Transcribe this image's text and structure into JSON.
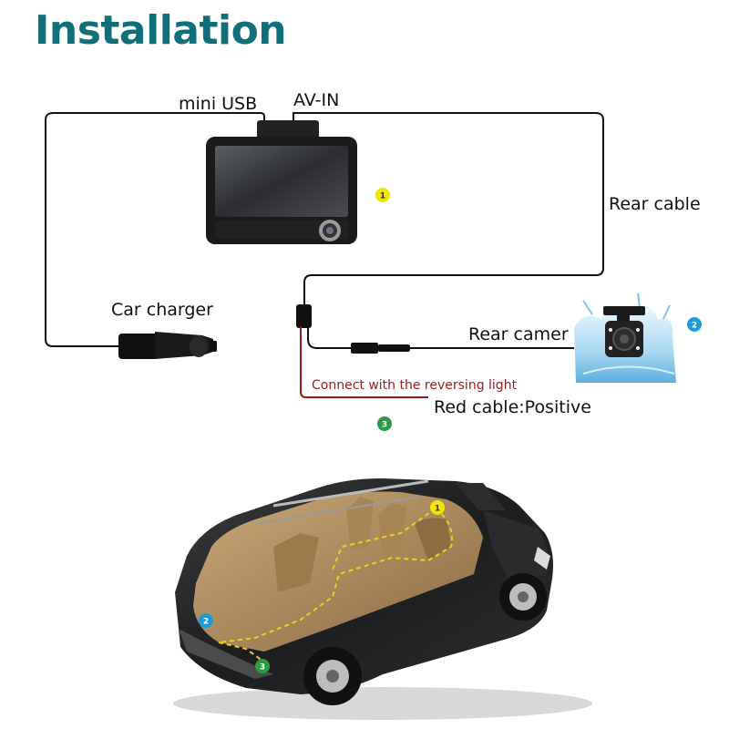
{
  "title": "Installation",
  "labels": {
    "mini_usb": "mini USB",
    "av_in": "AV-IN",
    "rear_cable": "Rear cable",
    "car_charger": "Car charger",
    "rear_camera": "Rear camer",
    "reversing_note": "Connect with the reversing light",
    "red_cable": "Red cable:Positive"
  },
  "badges": {
    "dashcam": "1",
    "camera": "2",
    "power": "3"
  },
  "colors": {
    "title": "#116f7a",
    "cable": "#111111",
    "red_cable": "#9b1c1c",
    "badge_1": "#f2e600",
    "badge_2": "#1e9ad6",
    "badge_3": "#2a9a44",
    "route": "#e8d21a"
  }
}
